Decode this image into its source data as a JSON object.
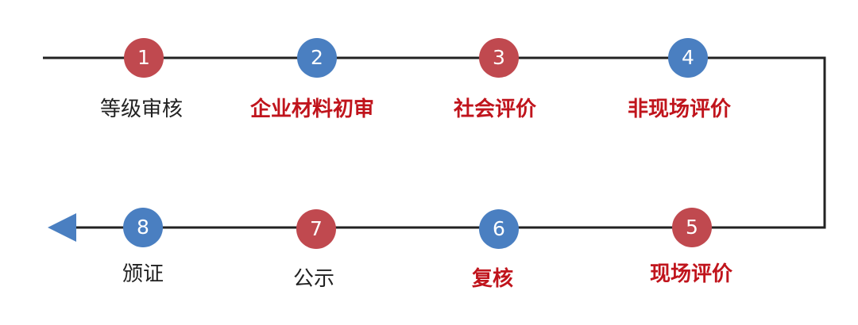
{
  "colors": {
    "red_node": "#c0494f",
    "blue_node": "#4a7fc1",
    "line": "#222222",
    "arrow": "#4a7fc1",
    "emphasis_text": "#c0141c",
    "plain_text": "#222222"
  },
  "steps": [
    {
      "number": "1",
      "label": "等级审核",
      "node_color": "red",
      "label_style": "plain"
    },
    {
      "number": "2",
      "label": "企业材料初审",
      "node_color": "blue",
      "label_style": "emphasis"
    },
    {
      "number": "3",
      "label": "社会评价",
      "node_color": "red",
      "label_style": "emphasis"
    },
    {
      "number": "4",
      "label": "非现场评价",
      "node_color": "blue",
      "label_style": "emphasis"
    },
    {
      "number": "5",
      "label": "现场评价",
      "node_color": "red",
      "label_style": "emphasis"
    },
    {
      "number": "6",
      "label": "复核",
      "node_color": "blue",
      "label_style": "emphasis"
    },
    {
      "number": "7",
      "label": "公示",
      "node_color": "red",
      "label_style": "plain"
    },
    {
      "number": "8",
      "label": "颁证",
      "node_color": "blue",
      "label_style": "plain"
    }
  ]
}
